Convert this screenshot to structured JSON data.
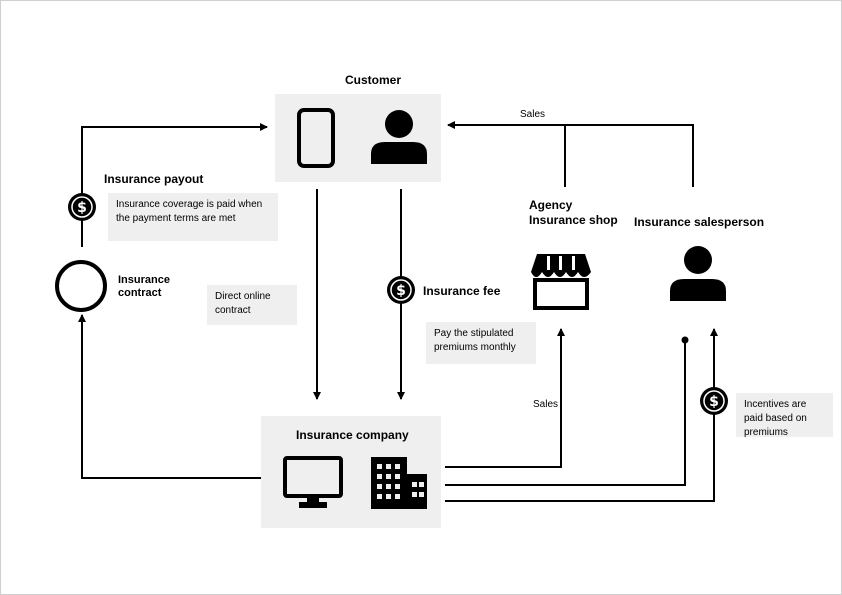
{
  "nodes": {
    "customer": "Customer",
    "insurance_company": "Insurance company",
    "agency": "Agency\nInsurance shop",
    "salesperson": "Insurance salesperson",
    "insurance_contract": "Insurance contract"
  },
  "flows": {
    "insurance_payout": "Insurance payout",
    "insurance_payout_note": "Insurance coverage is paid when the payment terms are met",
    "direct_contract_note": "Direct online contract",
    "insurance_fee": "Insurance fee",
    "insurance_fee_note": "Pay the stipulated premiums monthly",
    "sales_top": "Sales",
    "sales_agency": "Sales",
    "incentives_note": "Incentives are paid based on premiums"
  },
  "icons": {
    "smartphone": "smartphone-icon",
    "person": "person-icon",
    "monitor": "monitor-icon",
    "building": "building-icon",
    "shop": "shop-icon",
    "dollar": "dollar-coin-icon",
    "contract": "circle-icon"
  },
  "colors": {
    "box_fill": "#efefef",
    "line": "#000000"
  }
}
